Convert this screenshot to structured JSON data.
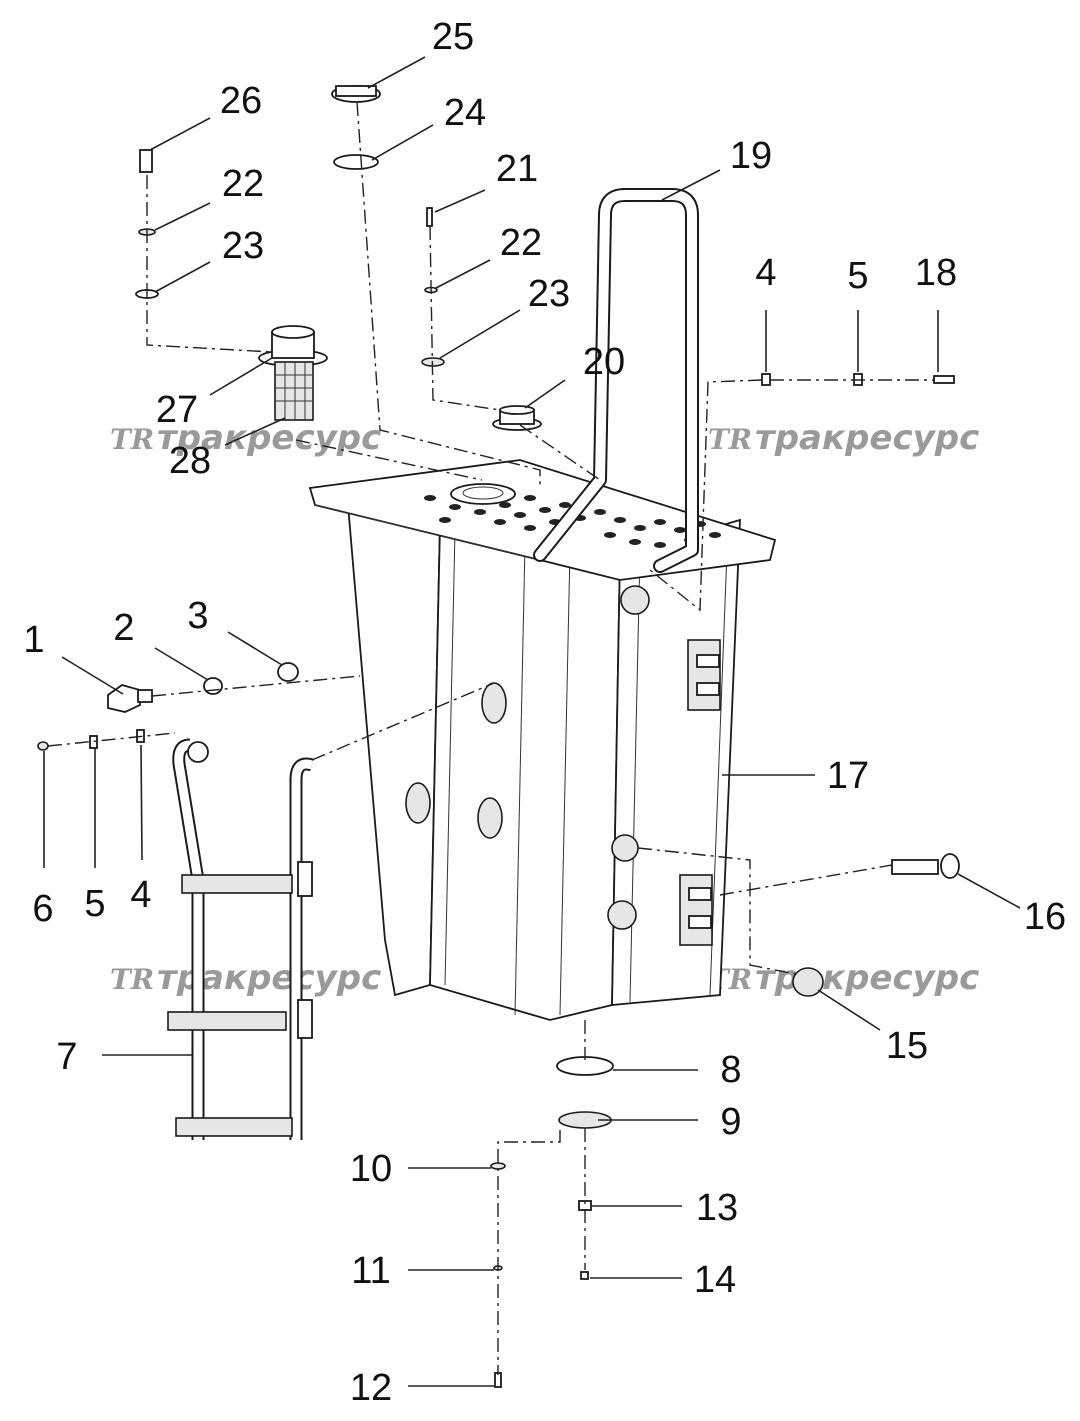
{
  "callouts": [
    {
      "id": "1",
      "text": "1"
    },
    {
      "id": "2",
      "text": "2"
    },
    {
      "id": "3",
      "text": "3"
    },
    {
      "id": "4a",
      "text": "4"
    },
    {
      "id": "4b",
      "text": "4"
    },
    {
      "id": "5a",
      "text": "5"
    },
    {
      "id": "5b",
      "text": "5"
    },
    {
      "id": "6",
      "text": "6"
    },
    {
      "id": "7",
      "text": "7"
    },
    {
      "id": "8",
      "text": "8"
    },
    {
      "id": "9",
      "text": "9"
    },
    {
      "id": "10",
      "text": "10"
    },
    {
      "id": "11",
      "text": "11"
    },
    {
      "id": "12",
      "text": "12"
    },
    {
      "id": "13",
      "text": "13"
    },
    {
      "id": "14",
      "text": "14"
    },
    {
      "id": "15",
      "text": "15"
    },
    {
      "id": "16",
      "text": "16"
    },
    {
      "id": "17",
      "text": "17"
    },
    {
      "id": "18",
      "text": "18"
    },
    {
      "id": "19",
      "text": "19"
    },
    {
      "id": "20",
      "text": "20"
    },
    {
      "id": "21",
      "text": "21"
    },
    {
      "id": "22a",
      "text": "22"
    },
    {
      "id": "22b",
      "text": "22"
    },
    {
      "id": "23a",
      "text": "23"
    },
    {
      "id": "23b",
      "text": "23"
    },
    {
      "id": "24",
      "text": "24"
    },
    {
      "id": "25",
      "text": "25"
    },
    {
      "id": "26",
      "text": "26"
    },
    {
      "id": "27",
      "text": "27"
    },
    {
      "id": "28",
      "text": "28"
    }
  ],
  "watermark": {
    "logo": "TR",
    "text": "тракресурс",
    "color": "#9a9a9a"
  }
}
